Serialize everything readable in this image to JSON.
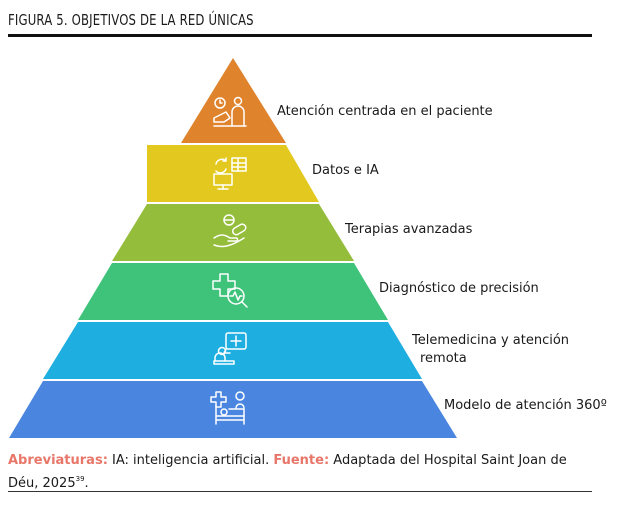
{
  "figure": {
    "title": "FIGURA 5. OBJETIVOS DE LA RED ÚNICAS"
  },
  "pyramid": {
    "layers": [
      {
        "label": "Atención centrada en el paciente",
        "color": "#e0832d",
        "icon": "patient-care-icon"
      },
      {
        "label": "Datos e IA",
        "color": "#e3c91f",
        "icon": "data-exchange-icon"
      },
      {
        "label": "Terapias avanzadas",
        "color": "#93bd3b",
        "icon": "hand-pill-icon"
      },
      {
        "label": "Diagnóstico  de precisión",
        "color": "#3fc37a",
        "icon": "precision-diagnosis-icon"
      },
      {
        "label_line1": "Telemedicina y atención",
        "label_line2": "remota",
        "color": "#1eaee0",
        "icon": "telemedicine-icon"
      },
      {
        "label": "Modelo de atención 360º",
        "color": "#4a86e0",
        "icon": "hospital-bed-icon"
      }
    ]
  },
  "footnote": {
    "abbr_key": "Abreviaturas:",
    "abbr_text": " IA: inteligencia artificial. ",
    "source_key": "Fuente:",
    "source_text": " Adaptada del Hospital Saint Joan de Déu, 2025",
    "source_ref": "39",
    "source_end": "."
  }
}
